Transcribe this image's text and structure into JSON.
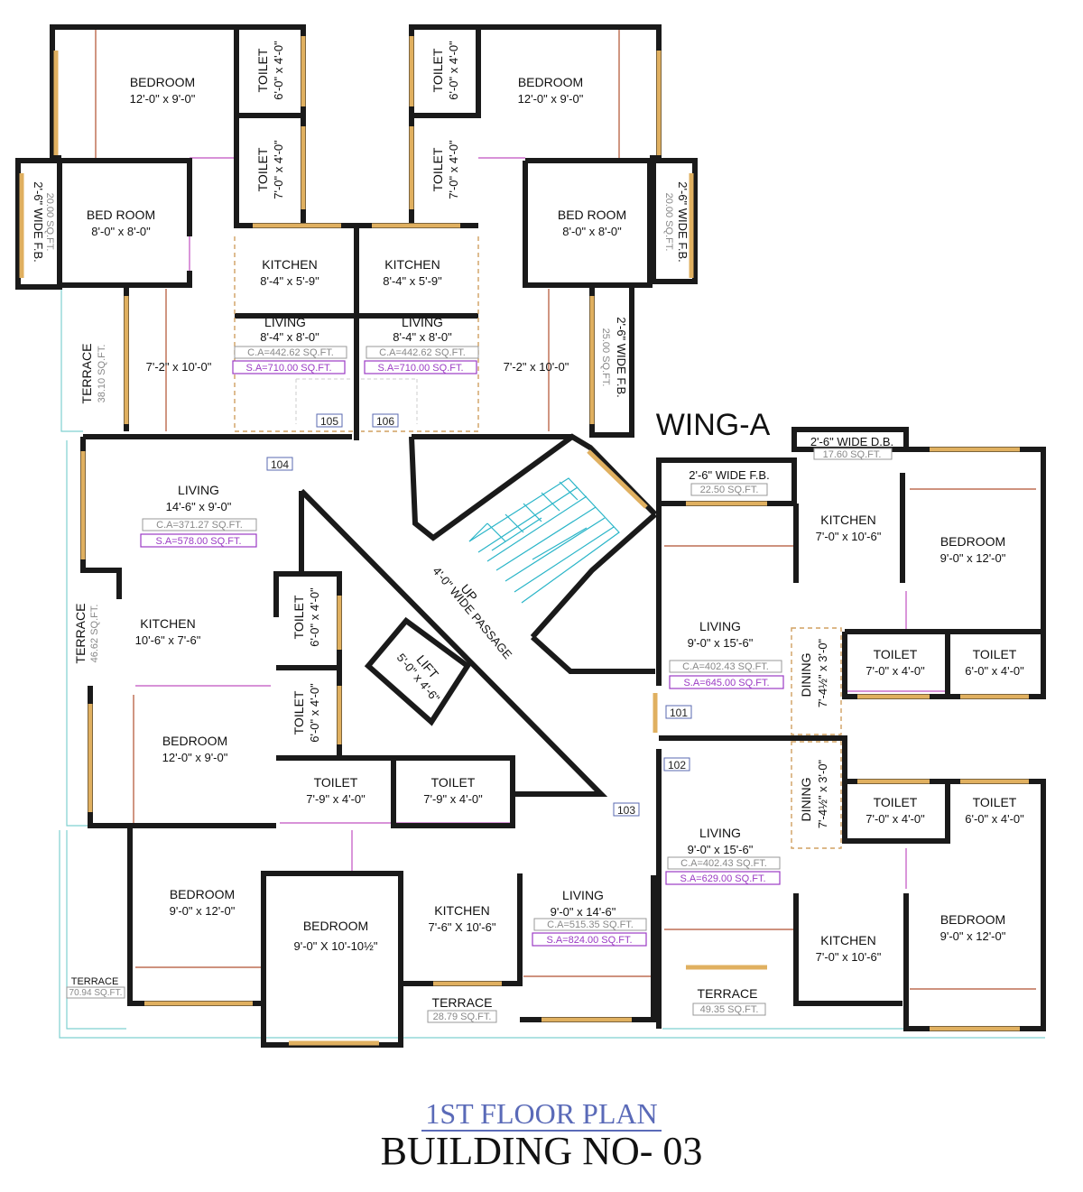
{
  "title": "BUILDING NO- 03",
  "subtitle": "1ST FLOOR PLAN",
  "wing": "WING-A",
  "passage": {
    "up": "UP",
    "label": "4'-0\" WIDE PASSAGE"
  },
  "lift": {
    "name": "LIFT",
    "dim": "5'-0\" x 4'-6\""
  },
  "units": [
    "101",
    "102",
    "103",
    "104",
    "105",
    "106"
  ],
  "rooms": {
    "r105_bed1": {
      "name": "BEDROOM",
      "dim": "12'-0\" x 9'-0\""
    },
    "r105_toilet1": {
      "name": "TOILET",
      "dim": "6'-0\" x 4'-0\""
    },
    "r105_toilet2": {
      "name": "TOILET",
      "dim": "7'-0\" x 4'-0\""
    },
    "r105_bed2": {
      "name": "BED ROOM",
      "dim": "8'-0\" x 8'-0\""
    },
    "r105_fb": {
      "name": "2'-6\" WIDE F.B.",
      "area": "20.00 SQ.FT."
    },
    "r105_kitchen": {
      "name": "KITCHEN",
      "dim": "8'-4\" x 5'-9\""
    },
    "r105_living": {
      "name": "LIVING",
      "dim": "8'-4\" x 8'-0\"",
      "ca": "C.A=442.62 SQ.FT.",
      "sa": "S.A=710.00 SQ.FT."
    },
    "r105_room": {
      "dim": "7'-2\" x 10'-0\""
    },
    "r105_terrace": {
      "name": "TERRACE",
      "area": "38.10 SQ.FT."
    },
    "r106_bed1": {
      "name": "BEDROOM",
      "dim": "12'-0\" x 9'-0\""
    },
    "r106_toilet1": {
      "name": "TOILET",
      "dim": "6'-0\" x 4'-0\""
    },
    "r106_toilet2": {
      "name": "TOILET",
      "dim": "7'-0\" x 4'-0\""
    },
    "r106_bed2": {
      "name": "BED ROOM",
      "dim": "8'-0\" x 8'-0\""
    },
    "r106_fb": {
      "name": "2'-6\" WIDE F.B.",
      "area": "20.00 SQ.FT."
    },
    "r106_fb2": {
      "name": "2'-6\" WIDE F.B.",
      "area": "25.00 SQ.FT."
    },
    "r106_kitchen": {
      "name": "KITCHEN",
      "dim": "8'-4\" x 5'-9\""
    },
    "r106_living": {
      "name": "LIVING",
      "dim": "8'-4\" x 8'-0\"",
      "ca": "C.A=442.62 SQ.FT.",
      "sa": "S.A=710.00 SQ.FT."
    },
    "r106_room": {
      "dim": "7'-2\" x 10'-0\""
    },
    "r104_living": {
      "name": "LIVING",
      "dim": "14'-6\" x 9'-0\"",
      "ca": "C.A=371.27 SQ.FT.",
      "sa": "S.A=578.00 SQ.FT."
    },
    "r104_kitchen": {
      "name": "KITCHEN",
      "dim": "10'-6\" x 7'-6\""
    },
    "r104_toilet1": {
      "name": "TOILET",
      "dim": "6'-0\" x 4'-0\""
    },
    "r104_toilet2": {
      "name": "TOILET",
      "dim": "6'-0\" x 4'-0\""
    },
    "r104_bed": {
      "name": "BEDROOM",
      "dim": "12'-0\" x 9'-0\""
    },
    "r104_terrace": {
      "name": "TERRACE",
      "area": "46.62 SQ.FT."
    },
    "r103_toilet1": {
      "name": "TOILET",
      "dim": "7'-9\" x 4'-0\""
    },
    "r103_toilet2": {
      "name": "TOILET",
      "dim": "7'-9\" x 4'-0\""
    },
    "r103_bed1": {
      "name": "BEDROOM",
      "dim": "9'-0\" x 12'-0\""
    },
    "r103_bed2": {
      "name": "BEDROOM",
      "dim": "9'-0\" X 10'-10½\""
    },
    "r103_kitchen": {
      "name": "KITCHEN",
      "dim": "7'-6\" X 10'-6\""
    },
    "r103_living": {
      "name": "LIVING",
      "dim": "9'-0\" x 14'-6\"",
      "ca": "C.A=515.35 SQ.FT.",
      "sa": "S.A=824.00 SQ.FT."
    },
    "r103_terrace1": {
      "name": "TERRACE",
      "area": "70.94 SQ.FT."
    },
    "r103_terrace2": {
      "name": "TERRACE",
      "area": "28.79 SQ.FT."
    },
    "r101_db": {
      "name": "2'-6\" WIDE D.B.",
      "area": "17.60 SQ.FT."
    },
    "r101_fb": {
      "name": "2'-6\" WIDE F.B.",
      "area": "22.50 SQ.FT."
    },
    "r101_kitchen": {
      "name": "KITCHEN",
      "dim": "7'-0\" x 10'-6\""
    },
    "r101_bed": {
      "name": "BEDROOM",
      "dim": "9'-0\" x 12'-0\""
    },
    "r101_living": {
      "name": "LIVING",
      "dim": "9'-0\" x 15'-6\"",
      "ca": "C.A=402.43 SQ.FT.",
      "sa": "S.A=645.00 SQ.FT."
    },
    "r101_dining": {
      "name": "DINING",
      "dim": "7'-4½\" x 3'-0\""
    },
    "r101_toilet1": {
      "name": "TOILET",
      "dim": "7'-0\" x 4'-0\""
    },
    "r101_toilet2": {
      "name": "TOILET",
      "dim": "6'-0\" x 4'-0\""
    },
    "r102_dining": {
      "name": "DINING",
      "dim": "7'-4½\" x 3'-0\""
    },
    "r102_toilet1": {
      "name": "TOILET",
      "dim": "7'-0\" x 4'-0\""
    },
    "r102_toilet2": {
      "name": "TOILET",
      "dim": "6'-0\" x 4'-0\""
    },
    "r102_living": {
      "name": "LIVING",
      "dim": "9'-0\" x 15'-6\"",
      "ca": "C.A=402.43 SQ.FT.",
      "sa": "S.A=629.00 SQ.FT."
    },
    "r102_bed": {
      "name": "BEDROOM",
      "dim": "9'-0\" x 12'-0\""
    },
    "r102_kitchen": {
      "name": "KITCHEN",
      "dim": "7'-0\" x 10'-6\""
    },
    "r102_terrace": {
      "name": "TERRACE",
      "area": "49.35 SQ.FT."
    }
  }
}
